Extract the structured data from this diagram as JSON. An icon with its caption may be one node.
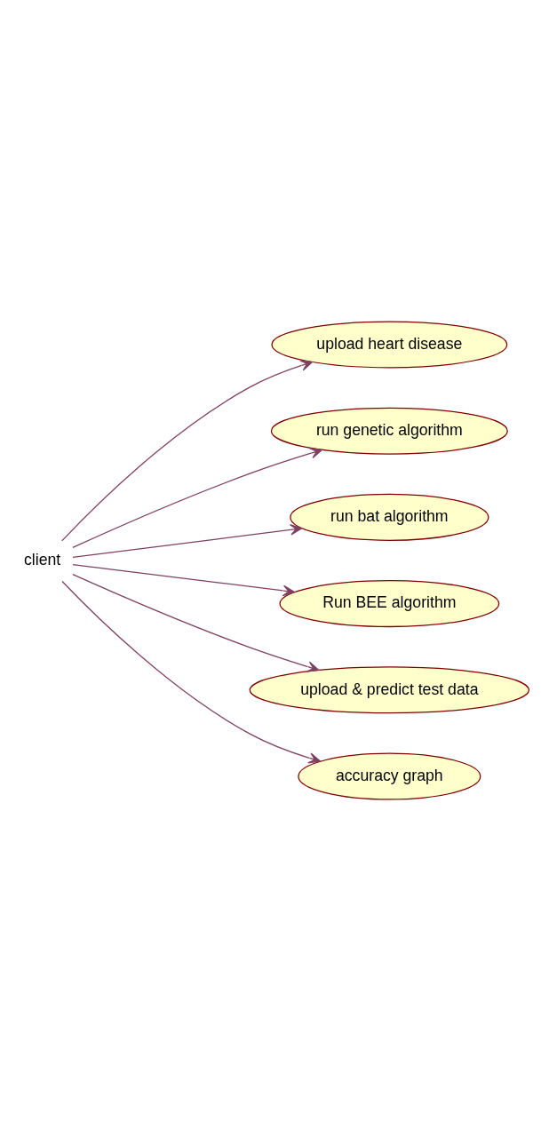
{
  "diagram": {
    "nodes": [
      {
        "text": [
          "client"
        ]
      },
      {
        "text": [
          "upload heart disease"
        ]
      },
      {
        "text": [
          "run genetic algorithm"
        ]
      },
      {
        "text": [
          "run bat algorithm"
        ]
      },
      {
        "text": [
          "Run BEE algorithm"
        ]
      },
      {
        "text": [
          "upload & predict test data"
        ]
      },
      {
        "text": [
          "accuracy graph"
        ]
      }
    ],
    "edges": [
      {
        "from": 0,
        "to": 1,
        "arrow": "to"
      },
      {
        "from": 0,
        "to": 2,
        "arrow": "to"
      },
      {
        "from": 0,
        "to": 3,
        "arrow": "to"
      },
      {
        "from": 0,
        "to": 4,
        "arrow": "to"
      },
      {
        "from": 0,
        "to": 5,
        "arrow": "to"
      },
      {
        "from": 0,
        "to": 6,
        "arrow": "to"
      }
    ]
  }
}
